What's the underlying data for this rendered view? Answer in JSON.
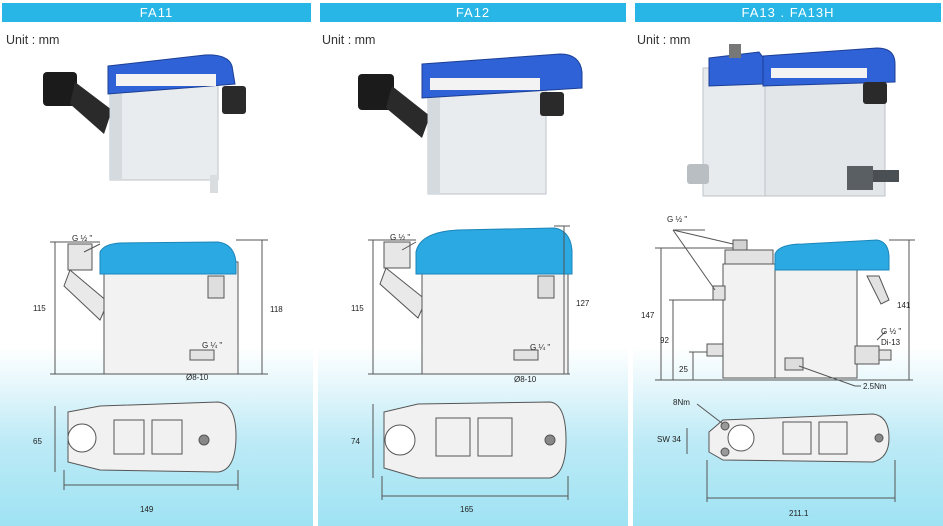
{
  "unit_label": "Unit : mm",
  "colors": {
    "header": "#27b6e6",
    "cap": "#2f62d6",
    "dim_cap": "#2aa9e3"
  },
  "panels": [
    {
      "title": "FA11",
      "labels": {
        "inlet": "G ½ \"",
        "outlet": "G ¼ \"",
        "hose": "Ø8-10",
        "h_left": "115",
        "h_right": "118",
        "width": "65",
        "length": "149"
      }
    },
    {
      "title": "FA12",
      "labels": {
        "inlet": "G ½ \"",
        "outlet": "G ¼ \"",
        "hose": "Ø8-10",
        "h_left": "115",
        "h_right": "127",
        "width": "74",
        "length": "165"
      }
    },
    {
      "title": "FA13 . FA13H",
      "labels": {
        "inlet": "G ½ \"",
        "outlet_1": "G ½ \"",
        "outlet_2": "Di-13",
        "h_total": "147",
        "h_right": "141",
        "h_mid": "92",
        "h_low": "25",
        "torque": "2.5Nm",
        "torque_2": "8Nm",
        "wrench": "SW 34",
        "length": "211.1"
      }
    }
  ]
}
